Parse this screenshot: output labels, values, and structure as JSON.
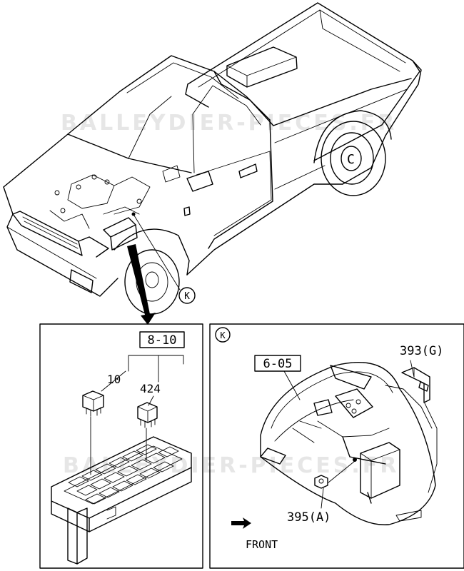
{
  "callouts": {
    "detail_marker": "K",
    "left_ref": "8-10",
    "part_10": "10",
    "part_424": "424",
    "right_ref": "6-05",
    "part_393": "393(G)",
    "part_395": "395(A)",
    "front": "FRONT"
  },
  "watermark": "BALLEYDIER-PIECES.FR"
}
